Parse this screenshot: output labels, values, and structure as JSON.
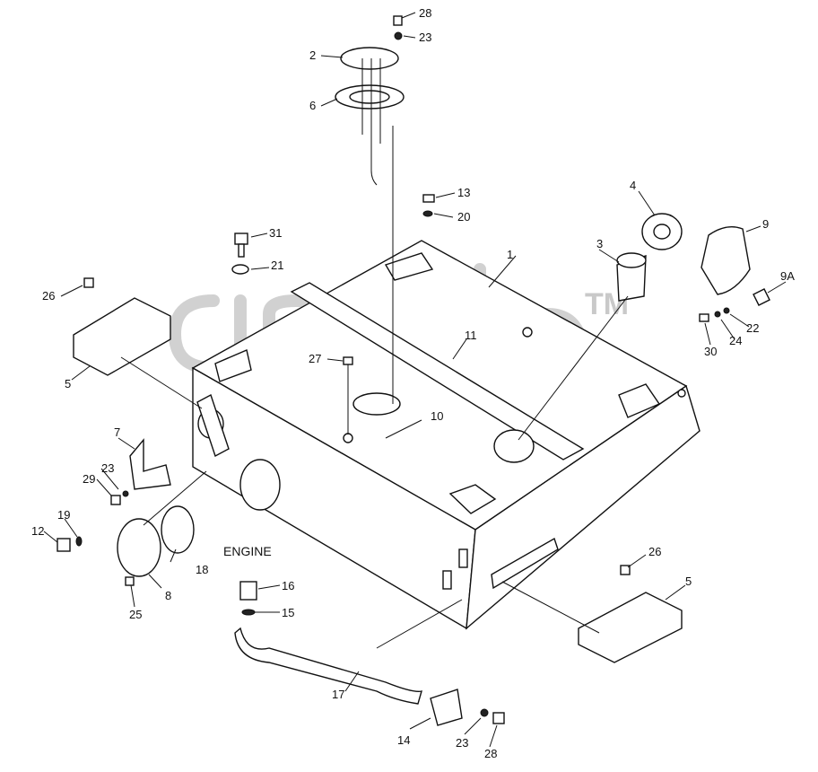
{
  "watermark": {
    "letters": "gmdp",
    "tm": "TM",
    "color": "#bdbdbd"
  },
  "engine_label": "ENGINE",
  "callouts": {
    "c1": "1",
    "c2": "2",
    "c3": "3",
    "c4": "4",
    "c5a": "5",
    "c5b": "5",
    "c6": "6",
    "c7": "7",
    "c8": "8",
    "c9": "9",
    "c9a": "9A",
    "c10": "10",
    "c11": "11",
    "c12": "12",
    "c13": "13",
    "c14": "14",
    "c15": "15",
    "c16": "16",
    "c17": "17",
    "c18": "18",
    "c19": "19",
    "c20": "20",
    "c21": "21",
    "c22": "22",
    "c23a": "23",
    "c23b": "23",
    "c23c": "23",
    "c24": "24",
    "c25": "25",
    "c26a": "26",
    "c26b": "26",
    "c27": "27",
    "c28a": "28",
    "c28b": "28",
    "c29": "29",
    "c30": "30",
    "c31": "31"
  }
}
